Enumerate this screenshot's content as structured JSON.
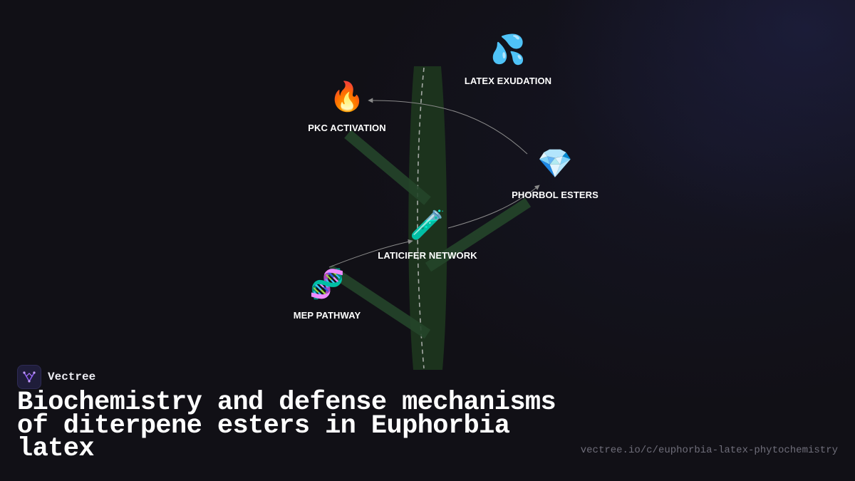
{
  "diagram": {
    "nodes": [
      {
        "id": "latex",
        "label": "LATEX EXUDATION",
        "icon": "sweat-droplets-icon",
        "glyph": "💦"
      },
      {
        "id": "pkc",
        "label": "PKC ACTIVATION",
        "icon": "fire-icon",
        "glyph": "🔥"
      },
      {
        "id": "phorbol",
        "label": "PHORBOL ESTERS",
        "icon": "gem-icon",
        "glyph": "💎"
      },
      {
        "id": "laticifer",
        "label": "LATICIFER NETWORK",
        "icon": "test-tube-icon",
        "glyph": "🧪"
      },
      {
        "id": "mep",
        "label": "MEP PATHWAY",
        "icon": "dna-icon",
        "glyph": "🧬"
      }
    ],
    "edges": [
      {
        "from": "mep",
        "to": "laticifer"
      },
      {
        "from": "laticifer",
        "to": "phorbol"
      },
      {
        "from": "phorbol",
        "to": "pkc"
      }
    ],
    "colors": {
      "stem": "#1e3a1f",
      "branch": "#24452a",
      "stem_line": "#c9c9c9",
      "edge": "#8a8a8a",
      "label": "#ffffff"
    }
  },
  "brand": {
    "name": "Vectree",
    "logo_icon": "vectree-logo-icon"
  },
  "title": "Biochemistry and defense mechanisms of diterpene esters in Euphorbia latex",
  "url": "vectree.io/c/euphorbia-latex-phytochemistry"
}
